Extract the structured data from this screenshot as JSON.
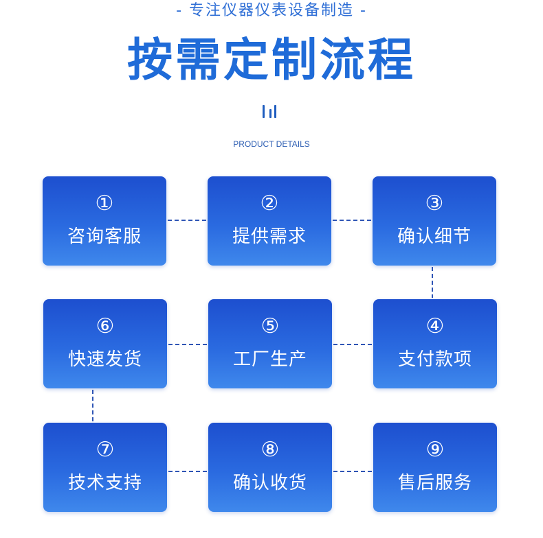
{
  "header": {
    "subtitle": "- 专注仪器仪表设备制造 -",
    "title": "按需定制流程",
    "details_label": "PRODUCT DETAILS"
  },
  "steps": [
    {
      "number": "①",
      "label": "咨询客服"
    },
    {
      "number": "②",
      "label": "提供需求"
    },
    {
      "number": "③",
      "label": "确认细节"
    },
    {
      "number": "④",
      "label": "支付款项"
    },
    {
      "number": "⑤",
      "label": "工厂生产"
    },
    {
      "number": "⑥",
      "label": "快速发货"
    },
    {
      "number": "⑦",
      "label": "技术支持"
    },
    {
      "number": "⑧",
      "label": "确认收货"
    },
    {
      "number": "⑨",
      "label": "售后服务"
    }
  ],
  "colors": {
    "title": "#1f6bd8",
    "subtitle": "#2f6fd6",
    "box_top": "#1d4fcf",
    "box_bottom": "#3f88ec",
    "connector": "#2f55b5"
  }
}
